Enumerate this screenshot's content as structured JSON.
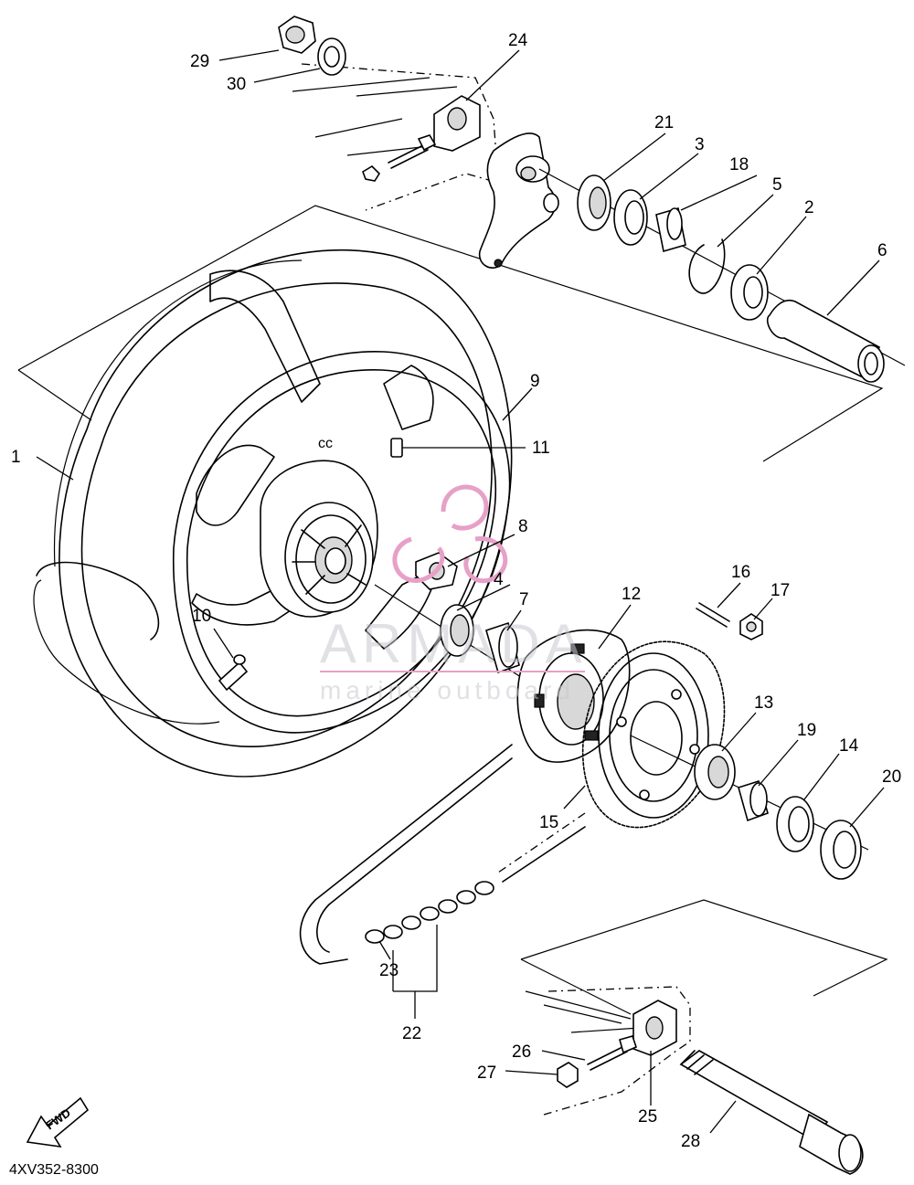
{
  "diagram_code": "4XV352-8300",
  "fwd_label": "FWD",
  "watermark": {
    "brand": "ARMADA",
    "tagline": "marine outboard",
    "color": "#c8c8d0",
    "logo_color": "#e7a0c8"
  },
  "callouts": [
    "1",
    "2",
    "3",
    "4",
    "5",
    "6",
    "7",
    "8",
    "9",
    "10",
    "11",
    "12",
    "13",
    "14",
    "15",
    "16",
    "17",
    "18",
    "19",
    "20",
    "21",
    "22",
    "23",
    "24",
    "25",
    "26",
    "27",
    "28",
    "29",
    "30"
  ]
}
